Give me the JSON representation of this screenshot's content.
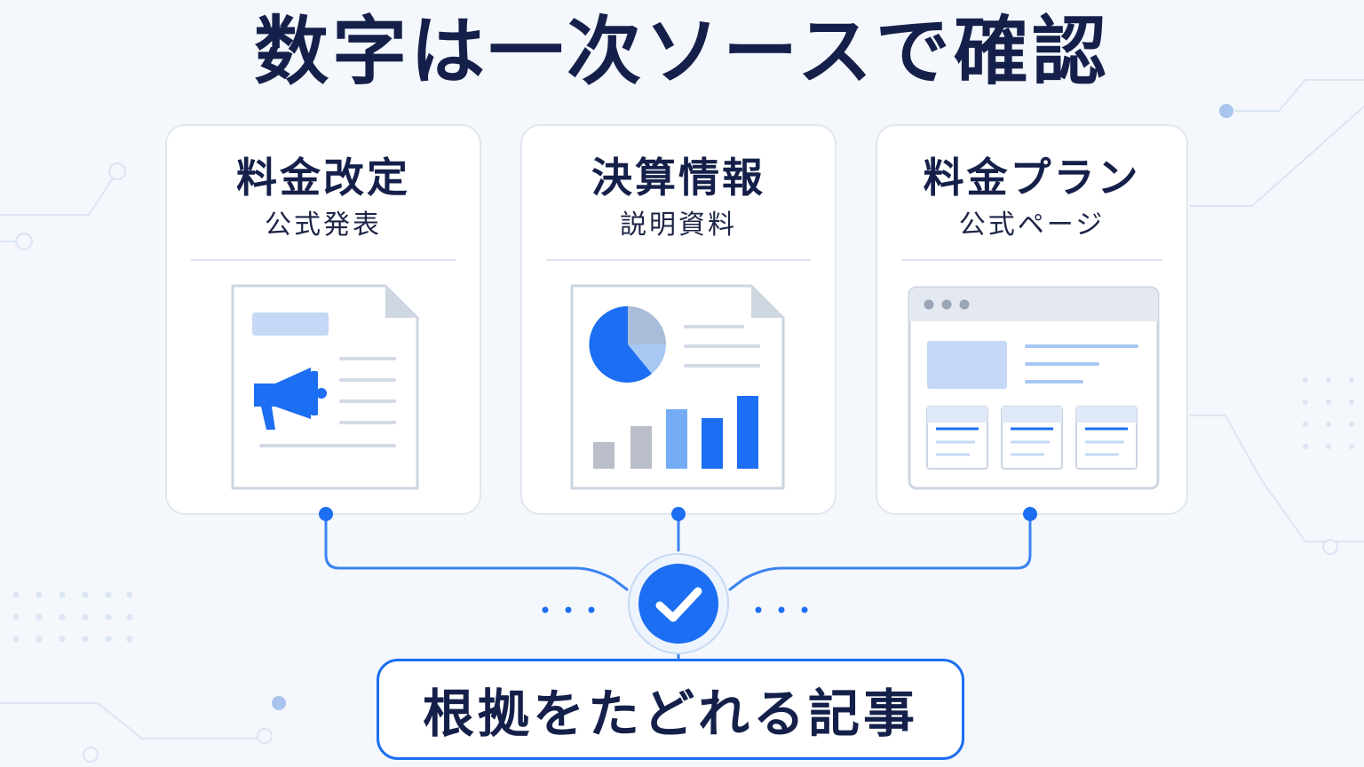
{
  "title": "数字は一次ソースで確認",
  "sources": [
    {
      "title": "料金改定",
      "subtitle": "公式発表",
      "icon": "announcement-document-icon"
    },
    {
      "title": "決算情報",
      "subtitle": "説明資料",
      "icon": "financial-report-document-icon"
    },
    {
      "title": "料金プラン",
      "subtitle": "公式ページ",
      "icon": "webpage-browser-icon"
    }
  ],
  "result": {
    "label": "根拠をたどれる記事"
  },
  "verify_icon": "checkmark-icon",
  "colors": {
    "accent": "#1c6ef2",
    "text": "#15204a",
    "background": "#f4f7fb",
    "light_accent": "#c5d9f6"
  }
}
